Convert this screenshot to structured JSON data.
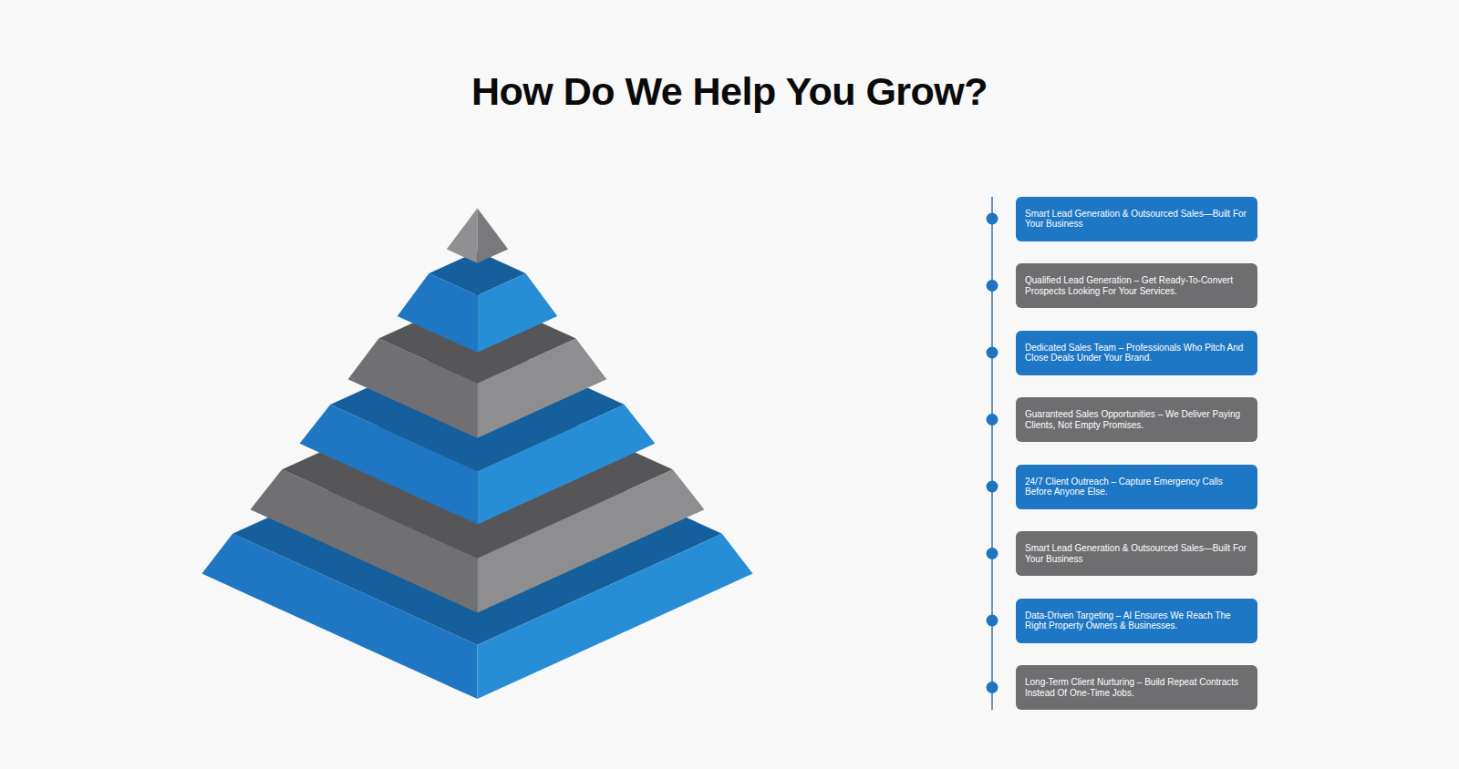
{
  "diagram": {
    "title": "How Do We Help You Grow?",
    "nodes": [
      {
        "text": [
          "Smart Lead Generation & Outsourced Sales—Built For Your Business"
        ]
      },
      {
        "text": [
          "Qualified Lead Generation – Get Ready-To-Convert Prospects Looking For Your Services."
        ]
      },
      {
        "text": [
          "Dedicated Sales Team – Professionals Who Pitch And Close Deals Under Your Brand."
        ]
      },
      {
        "text": [
          "Guaranteed Sales Opportunities – We Deliver Paying Clients, Not Empty Promises."
        ]
      },
      {
        "text": [
          "24/7 Client Outreach – Capture Emergency Calls Before Anyone Else."
        ]
      },
      {
        "text": [
          "Smart Lead Generation & Outsourced Sales—Built For Your Business"
        ]
      },
      {
        "text": [
          "Data-Driven Targeting – AI Ensures We Reach The Right Property Owners & Businesses."
        ]
      },
      {
        "text": [
          "Long-Term Client Nurturing – Build Repeat Contracts Instead Of One-Time Jobs."
        ]
      }
    ]
  }
}
